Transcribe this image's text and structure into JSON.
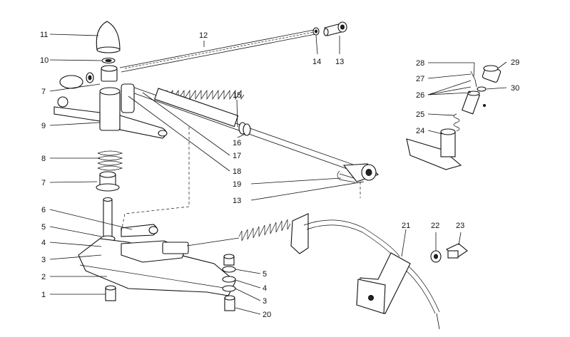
{
  "callouts": {
    "c1": "1",
    "c2": "2",
    "c3a": "3",
    "c3b": "3",
    "c4a": "4",
    "c4b": "4",
    "c5a": "5",
    "c5b": "5",
    "c6": "6",
    "c7a": "7",
    "c7b": "7",
    "c8": "8",
    "c9": "9",
    "c10": "10",
    "c11": "11",
    "c12": "12",
    "c13a": "13",
    "c13b": "13",
    "c14": "14",
    "c15": "15",
    "c16": "16",
    "c17": "17",
    "c18": "18",
    "c19": "19",
    "c20": "20",
    "c21": "21",
    "c22": "22",
    "c23": "23",
    "c24": "24",
    "c25": "25",
    "c26": "26",
    "c27": "27",
    "c28": "28",
    "c29": "29",
    "c30": "30"
  }
}
